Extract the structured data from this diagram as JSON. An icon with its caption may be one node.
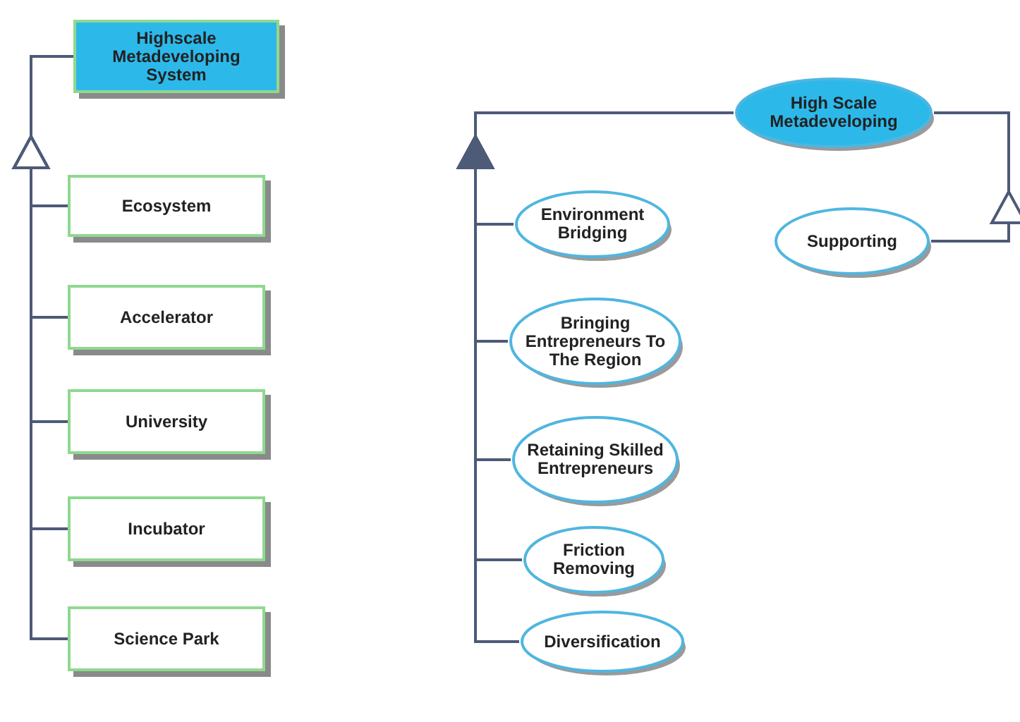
{
  "diagram": {
    "nodes": [
      {
        "text": [
          "Highscale Metadeveloping System"
        ]
      },
      {
        "text": [
          "Ecosystem"
        ]
      },
      {
        "text": [
          "Accelerator"
        ]
      },
      {
        "text": [
          "University"
        ]
      },
      {
        "text": [
          "Incubator"
        ]
      },
      {
        "text": [
          "Science Park"
        ]
      },
      {
        "text": [
          "High Scale Metadeveloping"
        ]
      },
      {
        "text": [
          "Environment Bridging"
        ]
      },
      {
        "text": [
          "Supporting"
        ]
      },
      {
        "text": [
          "Bringing Entrepreneurs To The Region"
        ]
      },
      {
        "text": [
          "Retaining Skilled Entrepreneurs"
        ]
      },
      {
        "text": [
          "Friction Removing"
        ]
      },
      {
        "text": [
          "Diversification"
        ]
      }
    ],
    "edges": [
      {
        "from": 1,
        "to": 0,
        "arrow": "to"
      },
      {
        "from": 2,
        "to": 0,
        "arrow": "to"
      },
      {
        "from": 3,
        "to": 0,
        "arrow": "to"
      },
      {
        "from": 4,
        "to": 0,
        "arrow": "to"
      },
      {
        "from": 5,
        "to": 0,
        "arrow": "to"
      },
      {
        "from": 7,
        "to": 6,
        "arrow": "to"
      },
      {
        "from": 9,
        "to": 6,
        "arrow": "to"
      },
      {
        "from": 10,
        "to": 6,
        "arrow": "to"
      },
      {
        "from": 11,
        "to": 6,
        "arrow": "to"
      },
      {
        "from": 12,
        "to": 6,
        "arrow": "to"
      },
      {
        "from": 8,
        "to": 6,
        "arrow": "to"
      }
    ]
  }
}
